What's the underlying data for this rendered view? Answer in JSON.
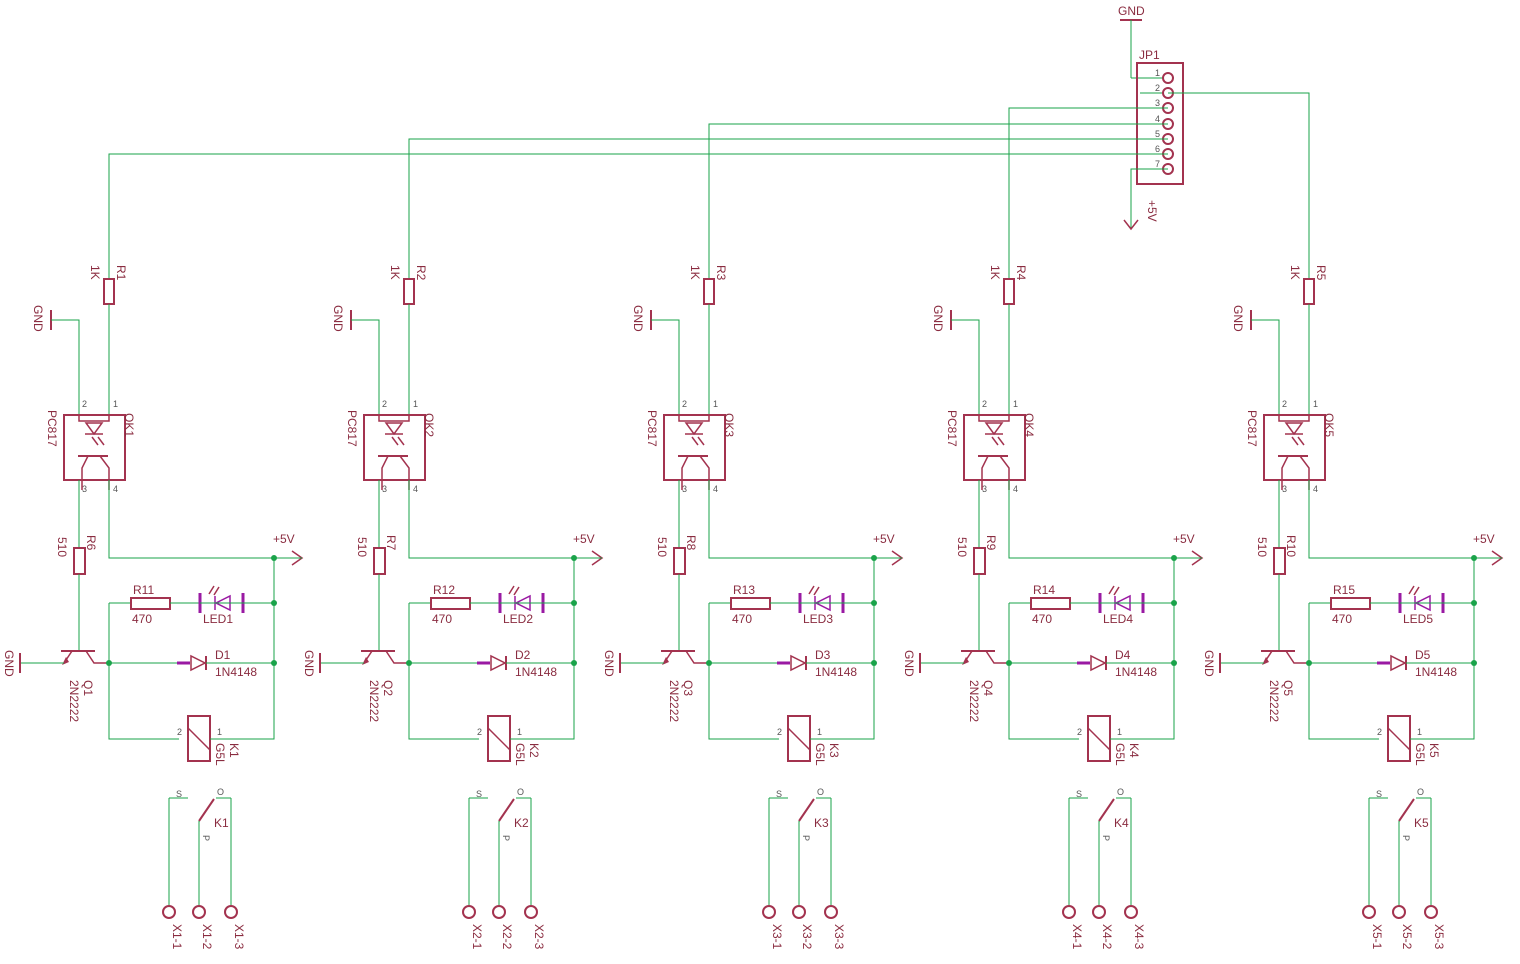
{
  "colors": {
    "wire": "#1aa34a",
    "part": "#a3334f",
    "led_accent": "#9a1aa3",
    "background": "#ffffff"
  },
  "header": {
    "jp_name": "JP1",
    "gnd_label": "GND",
    "vcc_label": "+5V",
    "pins": [
      "1",
      "2",
      "3",
      "4",
      "5",
      "6",
      "7"
    ]
  },
  "labels": {
    "gnd": "GND",
    "vcc": "+5V",
    "opto_value": "PC817",
    "resistor_in_value": "1K",
    "resistor_base_value": "510",
    "resistor_led_value": "470",
    "transistor_value": "2N2222",
    "diode_value": "1N4148",
    "relay_value": "G5L",
    "pin_1": "1",
    "pin_2": "2",
    "pin_3": "3",
    "pin_4": "4",
    "contact_s": "S",
    "contact_o": "O",
    "contact_p": "P"
  },
  "channels": [
    {
      "r_in": "R1",
      "opto": "OK1",
      "r_base": "R6",
      "r_led": "R11",
      "led": "LED1",
      "transistor": "Q1",
      "diode": "D1",
      "relay": "K1",
      "switch": "K1",
      "terminals": [
        "X1-1",
        "X1-2",
        "X1-3"
      ]
    },
    {
      "r_in": "R2",
      "opto": "OK2",
      "r_base": "R7",
      "r_led": "R12",
      "led": "LED2",
      "transistor": "Q2",
      "diode": "D2",
      "relay": "K2",
      "switch": "K2",
      "terminals": [
        "X2-1",
        "X2-2",
        "X2-3"
      ]
    },
    {
      "r_in": "R3",
      "opto": "OK3",
      "r_base": "R8",
      "r_led": "R13",
      "led": "LED3",
      "transistor": "Q3",
      "diode": "D3",
      "relay": "K3",
      "switch": "K3",
      "terminals": [
        "X3-1",
        "X3-2",
        "X3-3"
      ]
    },
    {
      "r_in": "R4",
      "opto": "OK4",
      "r_base": "R9",
      "r_led": "R14",
      "led": "LED4",
      "transistor": "Q4",
      "diode": "D4",
      "relay": "K4",
      "switch": "K4",
      "terminals": [
        "X4-1",
        "X4-2",
        "X4-3"
      ]
    },
    {
      "r_in": "R5",
      "opto": "OK5",
      "r_base": "R10",
      "r_led": "R15",
      "led": "LED5",
      "transistor": "Q5",
      "diode": "D5",
      "relay": "K5",
      "switch": "K5",
      "terminals": [
        "X5-1",
        "X5-2",
        "X5-3"
      ]
    }
  ]
}
